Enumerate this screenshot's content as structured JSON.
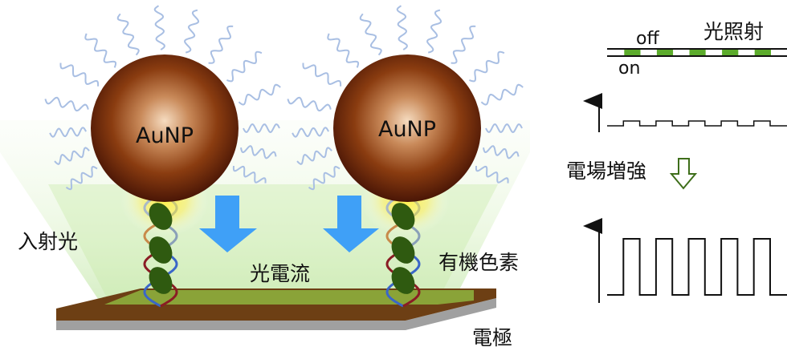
{
  "labels": {
    "particle_1": "AuNP",
    "particle_2": "AuNP",
    "incident_light": "入射光",
    "photocurrent": "光電流",
    "organic_dye": "有機色素",
    "electrode": "電極",
    "light_irradiation": "光照射",
    "off": "off",
    "on": "on",
    "field_enhancement": "電場増強"
  },
  "colors": {
    "gold_particle_center": "#f6dcc0",
    "gold_particle_mid": "#8a3c10",
    "gold_particle_edge": "#4a1606",
    "light_cone": "#b6e28c",
    "glow": "#ffee40",
    "wavy_lines": "#a9bfe3",
    "current_arrow": "#3fa0f7",
    "dye": "#2f5a10",
    "electrode_top": "#7a4816",
    "electrode_side": "#a0a0a0",
    "on_segment": "#5cab2c",
    "enhance_arrow": "#3e6e1a"
  },
  "signal": {
    "cycles": 5,
    "pulse_train_segments": [
      "off",
      "on",
      "off",
      "on",
      "off",
      "on",
      "off",
      "on",
      "off",
      "on",
      "off"
    ],
    "weak_response_relative_amplitude": 0.1,
    "strong_response_relative_amplitude": 1.0
  }
}
